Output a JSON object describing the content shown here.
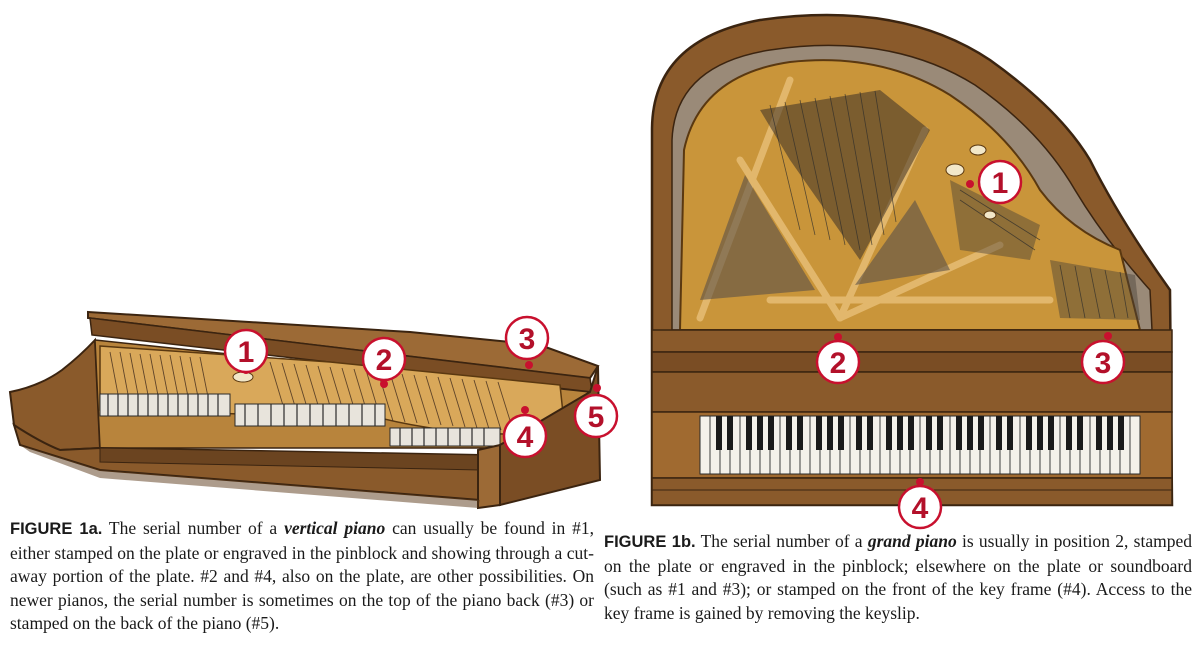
{
  "colors": {
    "case_wood": "#8a5a2b",
    "case_dark": "#6b4420",
    "plate_gold": "#c9953a",
    "plate_light": "#e2b76c",
    "marker_red": "#c8102e",
    "marker_text": "#b3102a"
  },
  "figure_a": {
    "markers": [
      "1",
      "2",
      "3",
      "4",
      "5"
    ],
    "caption": {
      "label": "FIGURE 1a.",
      "text_1": " The serial number of a ",
      "emph": "vertical piano",
      "text_2": " can usually be found in #1, either stamped on the plate or engraved in the pinblock and showing through  a cut-away portion of the plate. #2 and #4, also on the plate, are other possibilities. On newer pianos, the serial number is  sometimes on the top of the piano back (#3)  or stamped on the back of the piano (#5)."
    }
  },
  "figure_b": {
    "markers": [
      "1",
      "2",
      "3",
      "4"
    ],
    "caption": {
      "label": "FIGURE 1b.",
      "text_1": " The serial number of a ",
      "emph": "grand piano",
      "text_2": " is usually in position 2, stamped on the plate or engraved in the pinblock; elsewhere on the plate or soundboard (such as #1 and #3); or stamped on the front of the key frame (#4). Access to the key frame is gained by removing the keyslip."
    }
  }
}
